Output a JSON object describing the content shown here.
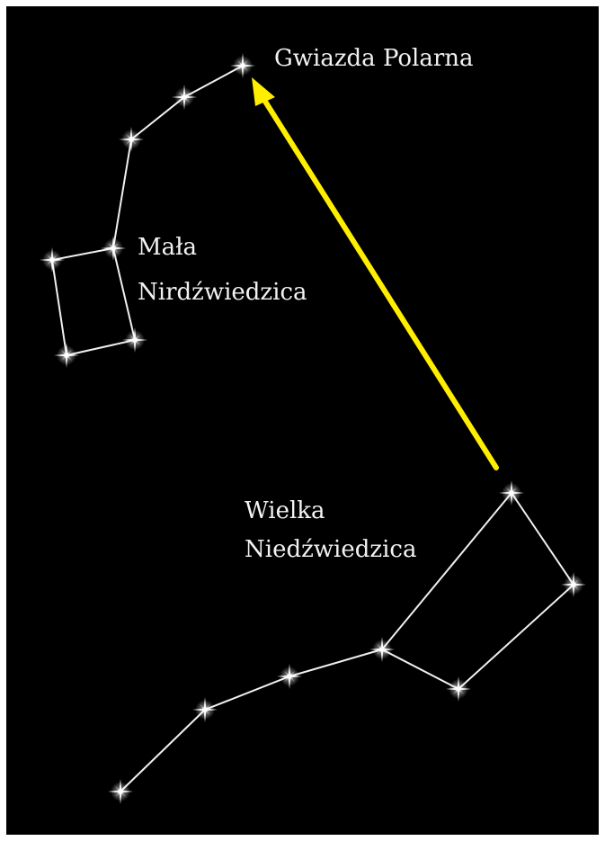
{
  "background_color": "#000000",
  "line_color": "#f0f0f0",
  "arrow_color": "#ffee00",
  "labels": {
    "polaris": "Gwiazda Polarna",
    "little_dipper_line1": "Mała",
    "little_dipper_line2": "Nirdźwiedzica",
    "big_dipper_line1": "Wielka",
    "big_dipper_line2": "Niedźwiedzica"
  },
  "constellations": [
    {
      "name": "Mała Nirdźwiedzica",
      "star_count": 7
    },
    {
      "name": "Wielka Niedźwiedzica",
      "star_count": 7
    }
  ]
}
